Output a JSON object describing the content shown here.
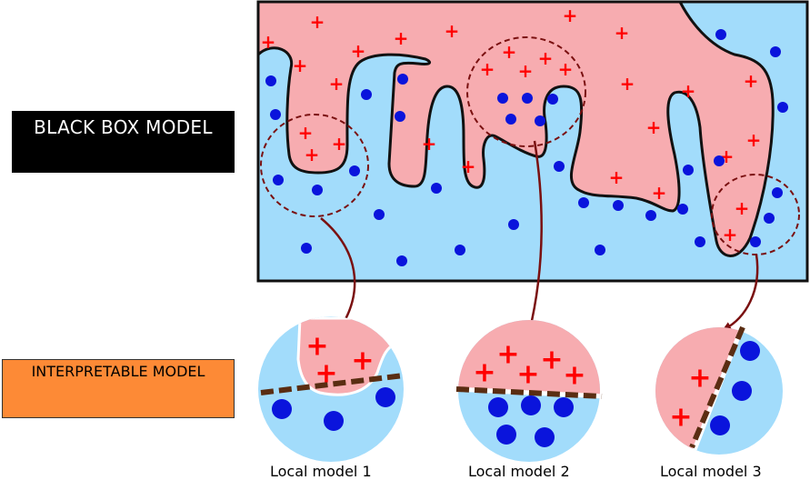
{
  "black_box": {
    "label": "BLACK BOX MODEL"
  },
  "interpretable": {
    "label": "INTERPRETABLE MODEL"
  },
  "local_models": [
    {
      "label": "Local model 1"
    },
    {
      "label": "Local model 2"
    },
    {
      "label": "Local model 3"
    }
  ],
  "colors": {
    "positive_region": "#f7acb0",
    "negative_region": "#a2dcfb",
    "positive_marker": "#ff0000",
    "negative_marker": "#0a14dc",
    "zoom_circle": "#7a1010",
    "decision_line": "#5a2d12",
    "black_box_fill": "#000000",
    "interpretable_fill": "#fd8a36"
  },
  "marker_symbols": {
    "positive": "+"
  }
}
